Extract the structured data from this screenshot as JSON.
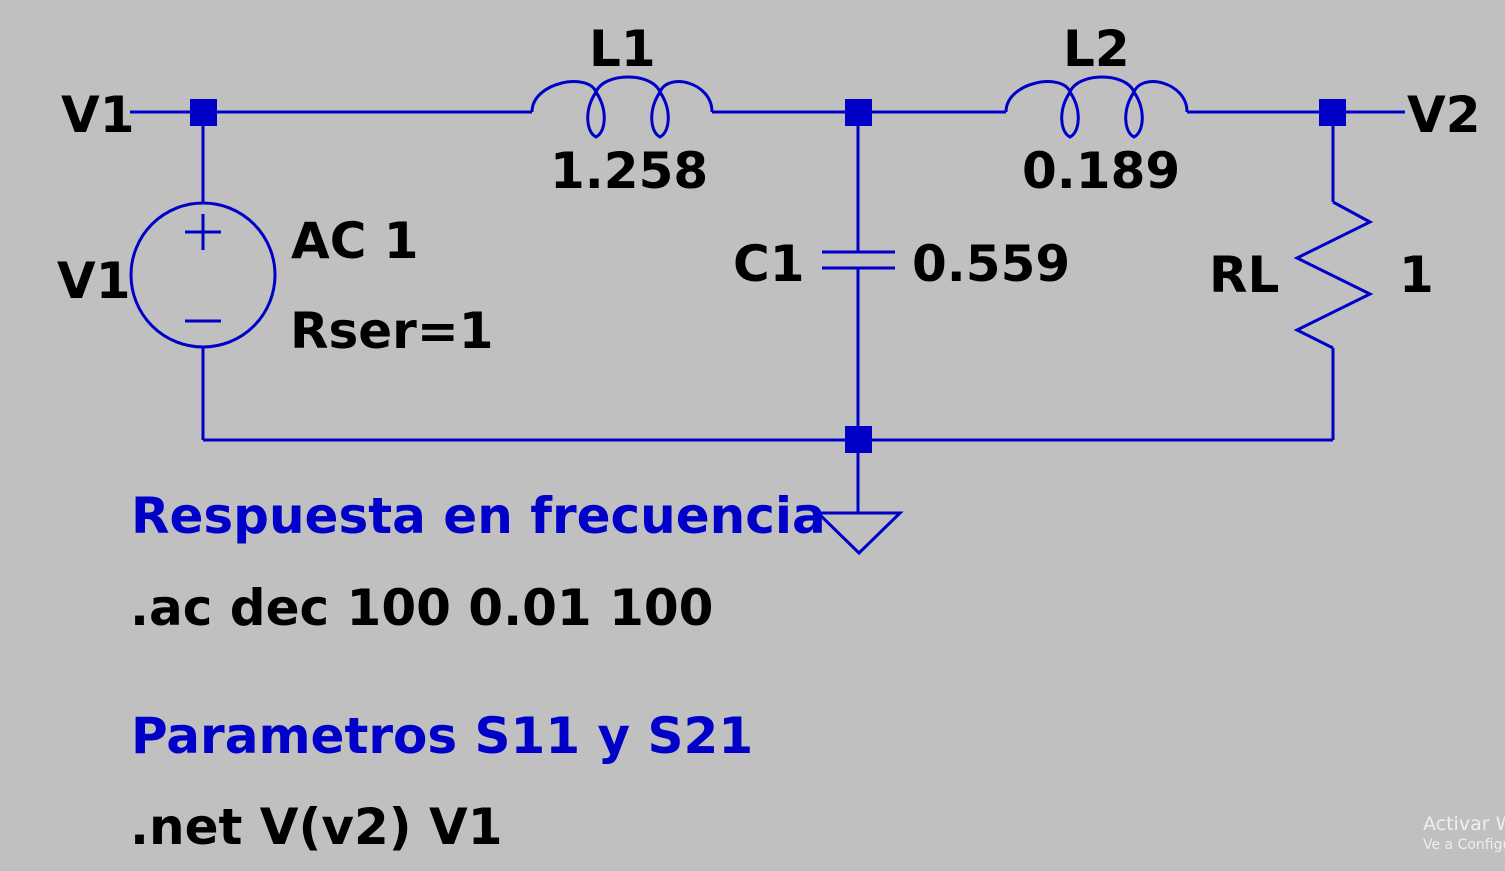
{
  "schematic": {
    "wire_color": "#0000c8",
    "background_color": "#c0c0c0",
    "nets": {
      "input": "V1",
      "output": "V2"
    },
    "components": {
      "L1": {
        "name": "L1",
        "value": "1.258"
      },
      "L2": {
        "name": "L2",
        "value": "0.189"
      },
      "C1": {
        "name": "C1",
        "value": "0.559"
      },
      "RL": {
        "name": "RL",
        "value": "1"
      },
      "V1": {
        "name": "V1",
        "value": "AC 1",
        "series_resistance": "Rser=1"
      }
    }
  },
  "directives": {
    "comment1": "Respuesta en frecuencia",
    "ac": ".ac dec 100 0.01 100",
    "comment2": "Parametros S11 y S21",
    "net": ".net V(v2) V1"
  },
  "watermark": {
    "line1": "Activar W",
    "line2": "Ve a Configu"
  }
}
